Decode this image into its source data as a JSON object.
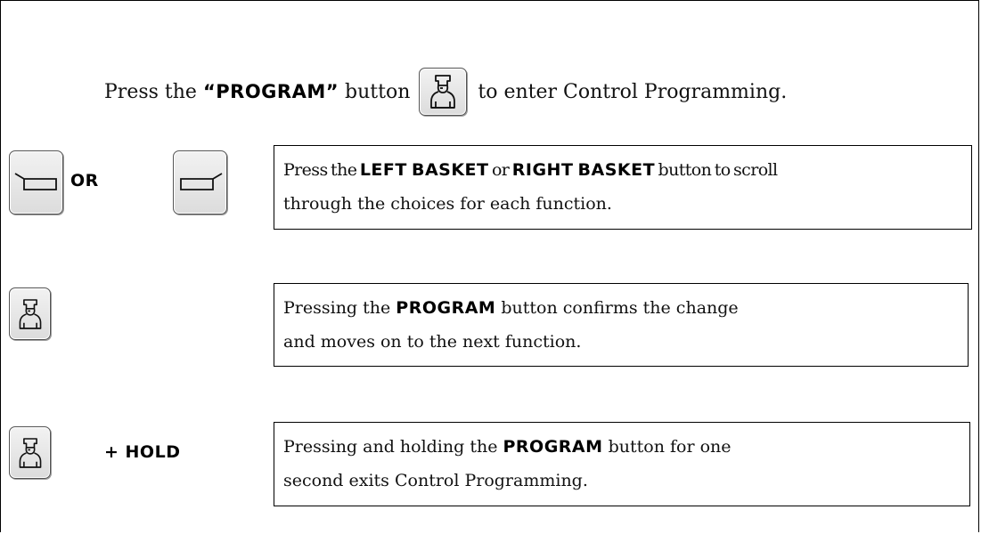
{
  "intro": {
    "text_before": "Press the",
    "program_label": "“PROGRAM”",
    "text_mid": "button",
    "text_after": "to enter Control Programming.",
    "button_icon": "chef-icon"
  },
  "row1": {
    "left_icon": "left-basket-icon",
    "or_label": "OR",
    "right_icon": "right-basket-icon",
    "line1_a": "Press the",
    "left_basket": "LEFT BASKET",
    "line1_b": "or",
    "right_basket": "RIGHT BASKET",
    "line1_c": "button to scroll",
    "line2": "through the choices for each function."
  },
  "row2": {
    "icon": "chef-icon",
    "line1_a": "Pressing the",
    "program": "PROGRAM",
    "line1_b": "button confirms the change",
    "line2": "and moves on to the next function."
  },
  "row3": {
    "icon": "chef-icon",
    "hold_label": "+ HOLD",
    "line1_a": "Pressing and holding the",
    "program": "PROGRAM",
    "line1_b": "button for one",
    "line2": "second exits Control Programming."
  }
}
